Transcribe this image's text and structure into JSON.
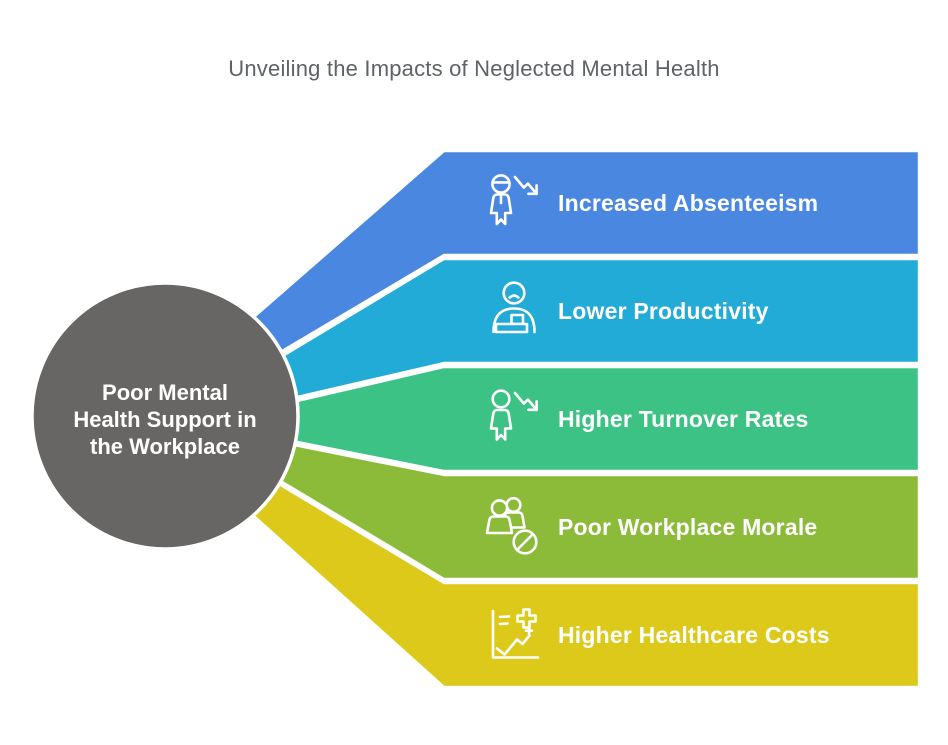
{
  "title": "Unveiling the Impacts of Neglected Mental Health",
  "center_node": {
    "lines": [
      "Poor Mental",
      "Health Support in",
      "the Workplace"
    ],
    "color": "#686664",
    "text_color": "#FFFFFF"
  },
  "items": [
    {
      "label": "Increased Absenteeism",
      "color": "#4A87E1",
      "icon": "person-declining-arrow-icon"
    },
    {
      "label": "Lower Productivity",
      "color": "#22ABD6",
      "icon": "sad-worker-desk-icon"
    },
    {
      "label": "Higher Turnover Rates",
      "color": "#3DC285",
      "icon": "person-leaving-arrow-icon"
    },
    {
      "label": "Poor Workplace Morale",
      "color": "#8BBB39",
      "icon": "team-prohibited-icon"
    },
    {
      "label": "Higher Healthcare Costs",
      "color": "#DCC919",
      "icon": "healthcare-cost-chart-icon"
    }
  ],
  "styles": {
    "title_color": "#5E6367",
    "label_color": "#FFFFFF",
    "background": "#FFFFFF"
  }
}
